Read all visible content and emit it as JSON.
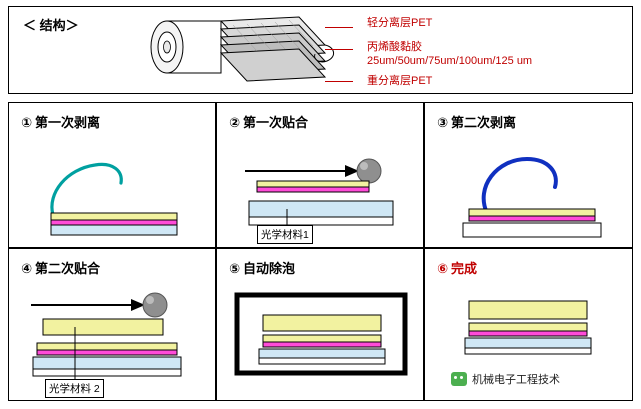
{
  "structure": {
    "title": "＜ 结构＞",
    "labels": [
      "轻分离层PET",
      "丙烯酸黏胶",
      "25um/50um/75um/100um/125 um",
      "重分离层PET"
    ],
    "label_color": "#c00000"
  },
  "steps": [
    {
      "num": "①",
      "label": "第一次剥离",
      "title_color": "#000000"
    },
    {
      "num": "②",
      "label": "第一次贴合",
      "title_color": "#000000",
      "note": "光学材料1"
    },
    {
      "num": "③",
      "label": "第二次剥离",
      "title_color": "#000000"
    },
    {
      "num": "④",
      "label": "第二次贴合",
      "title_color": "#000000",
      "note": "光学材料 2"
    },
    {
      "num": "⑤",
      "label": "自动除泡",
      "title_color": "#000000"
    },
    {
      "num": "⑥",
      "label": "完成",
      "title_color": "#c00000"
    }
  ],
  "colors": {
    "yellow_layer": "#f2f2a0",
    "magenta_layer": "#ff4bd8",
    "cyan_layer": "#cfe7f5",
    "roller_gray": "#8f8f8f",
    "film_cyan_stroke": "#00a0a0",
    "film_blue_stroke": "#1030c0",
    "outline": "#000000"
  },
  "credit": {
    "text": "机械电子工程技术",
    "icon": "wechat-icon"
  }
}
